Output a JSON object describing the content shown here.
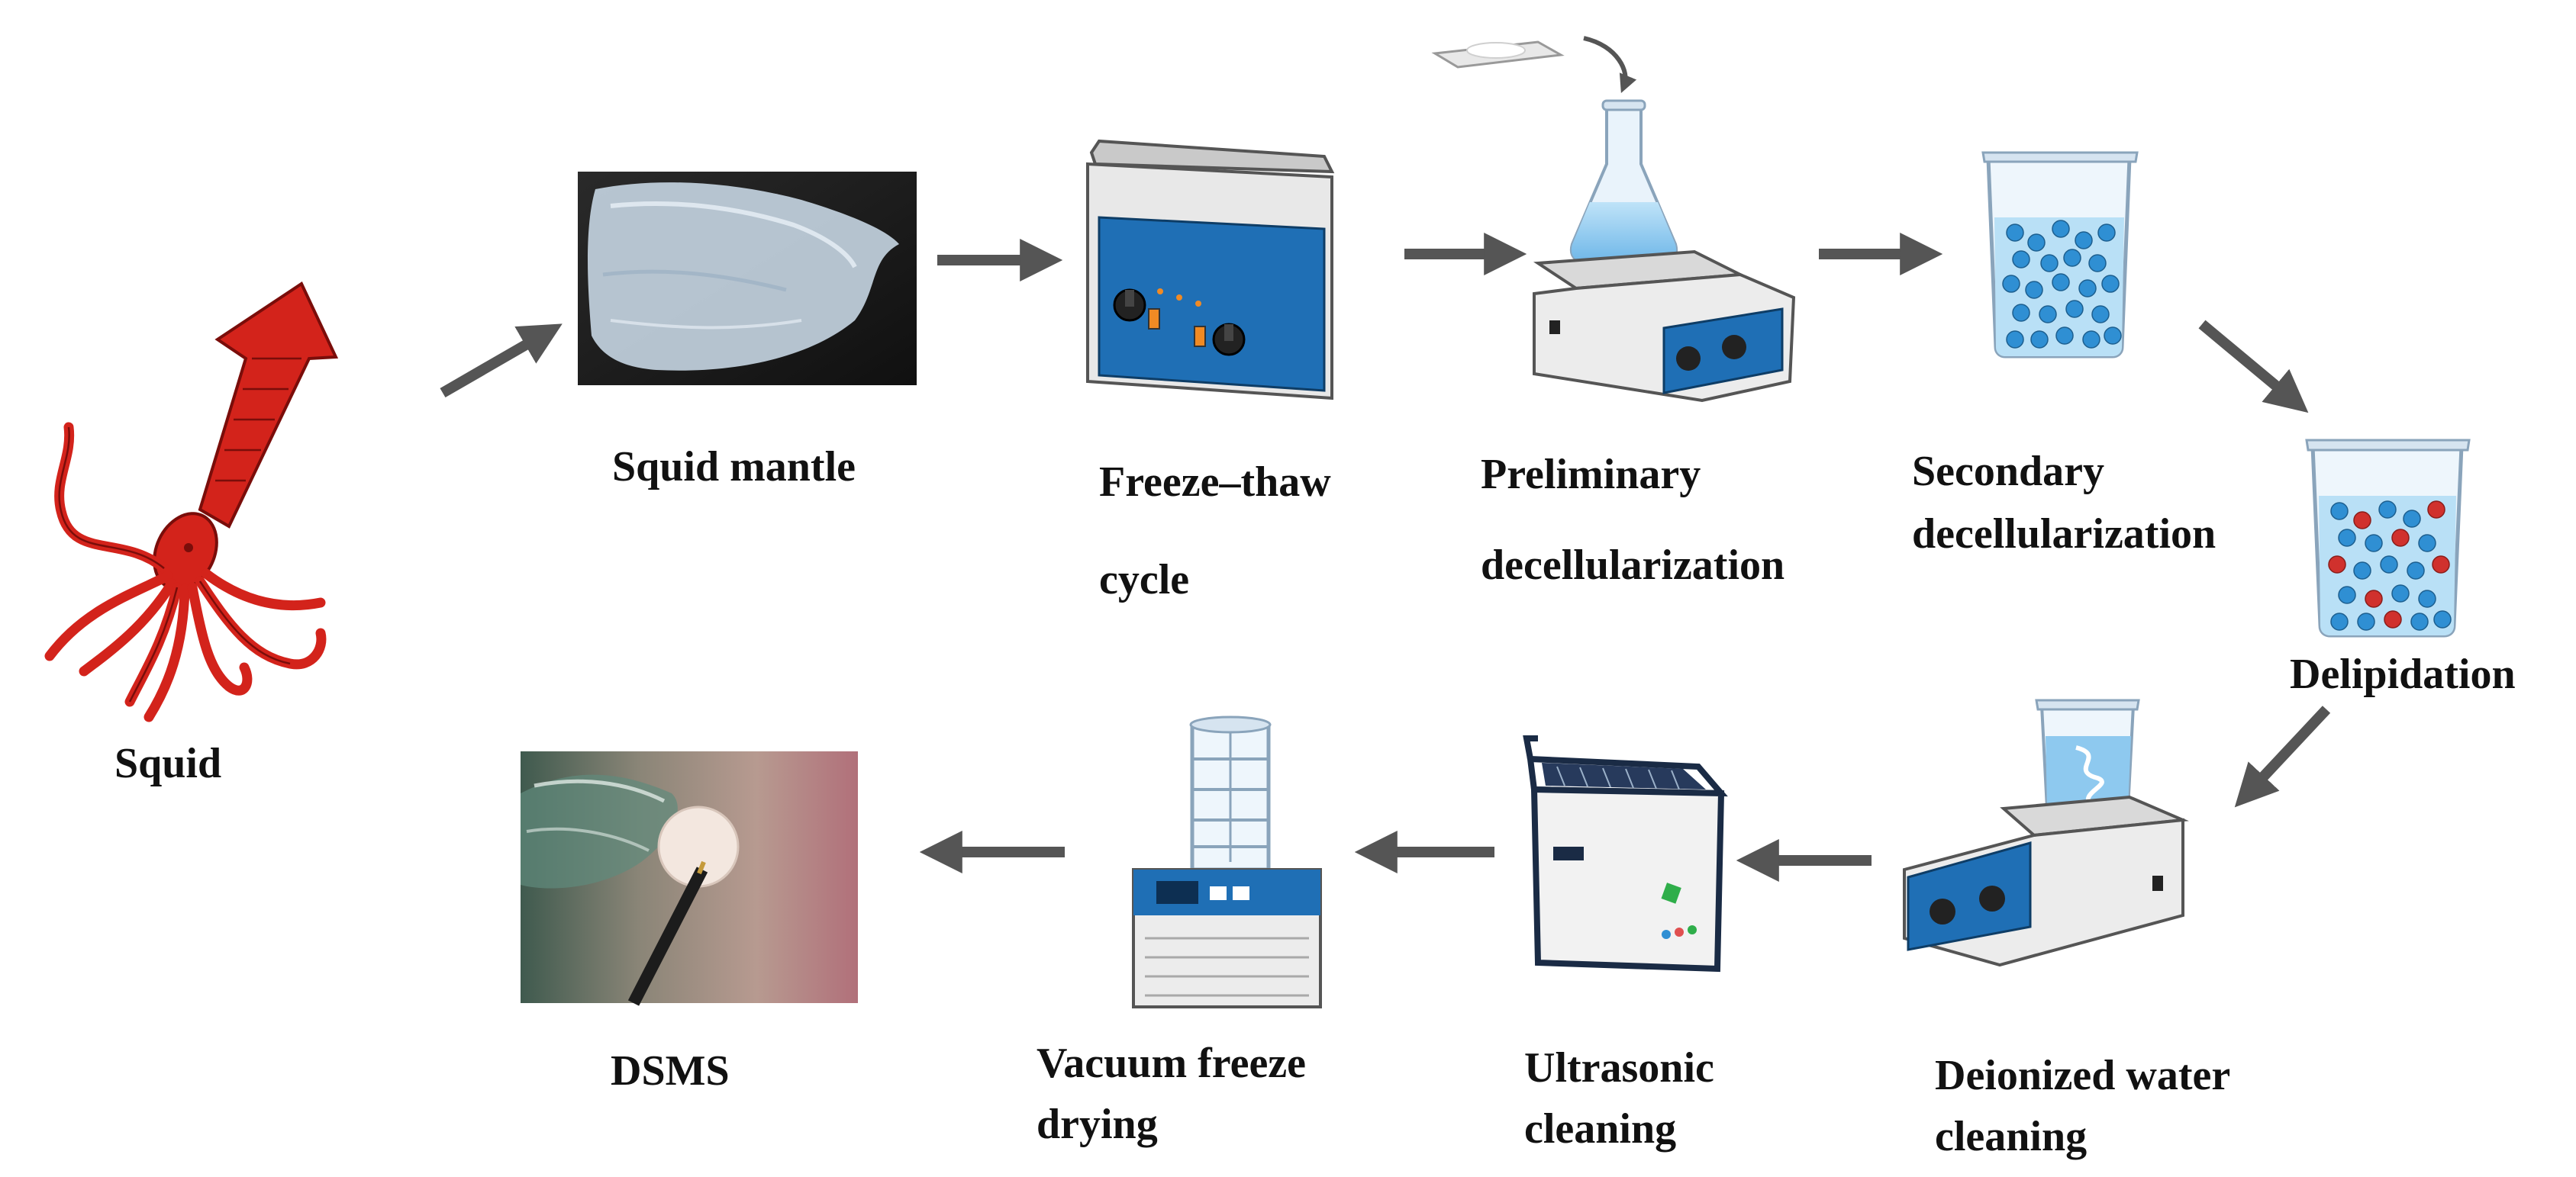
{
  "steps": {
    "squid": "Squid",
    "squid_mantle": "Squid mantle",
    "freeze_thaw": [
      "Freeze–thaw",
      "cycle"
    ],
    "preliminary": [
      "Preliminary",
      "decellularization"
    ],
    "secondary": [
      "Secondary",
      "decellularization"
    ],
    "delipidation": "Delipidation",
    "deionized": [
      "Deionized water",
      "cleaning"
    ],
    "ultrasonic": [
      "Ultrasonic",
      "cleaning"
    ],
    "vacuum": [
      "Vacuum freeze",
      "drying"
    ],
    "dsms": "DSMS"
  },
  "colors": {
    "arrow": "#555555",
    "squid": "#d3231b",
    "squid_dark": "#7a0d0a",
    "device_blue": "#1f6fb5",
    "device_grey": "#d9d9d9",
    "water": "#8ec9ef",
    "bead_blue": "#2f8fd3",
    "bead_red": "#d0312d"
  },
  "icons": {
    "squid": "squid-illustration",
    "mantle_photo": "squid-mantle-photo",
    "freeze_thaw": "ultrasonic-bath-device",
    "preliminary": "magnetic-stirrer-flask",
    "secondary": "beaker-blue-beads",
    "delipidation": "beaker-blue-red-beads",
    "deionized": "magnetic-stirrer-beaker",
    "ultrasonic": "ultrasonic-cleaner-basket",
    "vacuum": "freeze-dryer",
    "dsms_photo": "dsms-scaffold-photo"
  }
}
